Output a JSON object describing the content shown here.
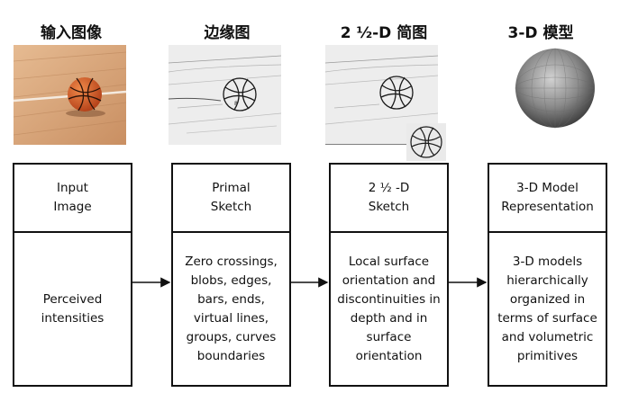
{
  "columns": [
    {
      "title": "输入图像",
      "head_lines": [
        "Input",
        "Image"
      ],
      "body_lines": [
        "Perceived",
        "intensities"
      ]
    },
    {
      "title": "边缘图",
      "head_lines": [
        "Primal",
        "Sketch"
      ],
      "body_lines": [
        "Zero crossings,",
        "blobs, edges,",
        "bars, ends,",
        "virtual lines,",
        "groups, curves",
        "boundaries"
      ]
    },
    {
      "title": "2 ½-D 简图",
      "head_lines": [
        "2 ½ -D",
        "Sketch"
      ],
      "body_lines": [
        "Local surface",
        "orientation and",
        "discontinuities in",
        "depth and in",
        "surface",
        "orientation"
      ]
    },
    {
      "title": "3-D 模型",
      "head_lines": [
        "3-D Model",
        "Representation"
      ],
      "body_lines": [
        "3-D models",
        "hierarchically",
        "organized in",
        "terms of surface",
        "and volumetric",
        "primitives"
      ]
    }
  ],
  "colors": {
    "line": "#111111",
    "floor": "#d9a67a",
    "ball": "#d9542a",
    "sphere": "#8a8a8a"
  }
}
